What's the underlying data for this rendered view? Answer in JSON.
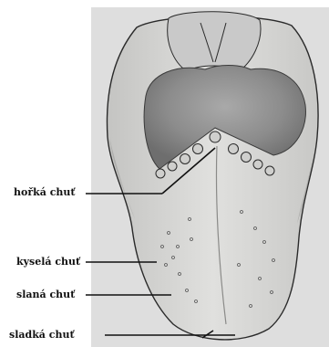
{
  "labels": {
    "bitter": "hořká chuť",
    "sour": "kyselá chuť",
    "salty": "slaná chuť",
    "sweet": "sladká chuť"
  },
  "colors": {
    "background_panel": "#dedede",
    "tongue_fill": "#d9d9d7",
    "tongue_outline": "#2a2a2a",
    "root_fill": "#8e8e8e",
    "pointer_line": "#111111"
  }
}
